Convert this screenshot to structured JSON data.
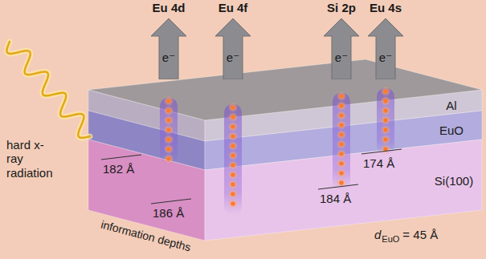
{
  "diagram": {
    "nodes": [
      {
        "text": [
          "Eu 4d",
          "e⁻"
        ]
      },
      {
        "text": [
          "Eu 4f",
          "e⁻"
        ]
      },
      {
        "text": [
          "Si 2p",
          "e⁻"
        ]
      },
      {
        "text": [
          "Eu 4s",
          "e⁻"
        ]
      },
      {
        "text": [
          "Al"
        ]
      },
      {
        "text": [
          "EuO"
        ]
      },
      {
        "text": [
          "Si(100)"
        ]
      }
    ],
    "labels": [
      "hard x-ray radiation",
      "182 Å",
      "186 Å",
      "184 Å",
      "174 Å",
      "information depths",
      "d",
      "EuO",
      "= 45 Å"
    ]
  }
}
